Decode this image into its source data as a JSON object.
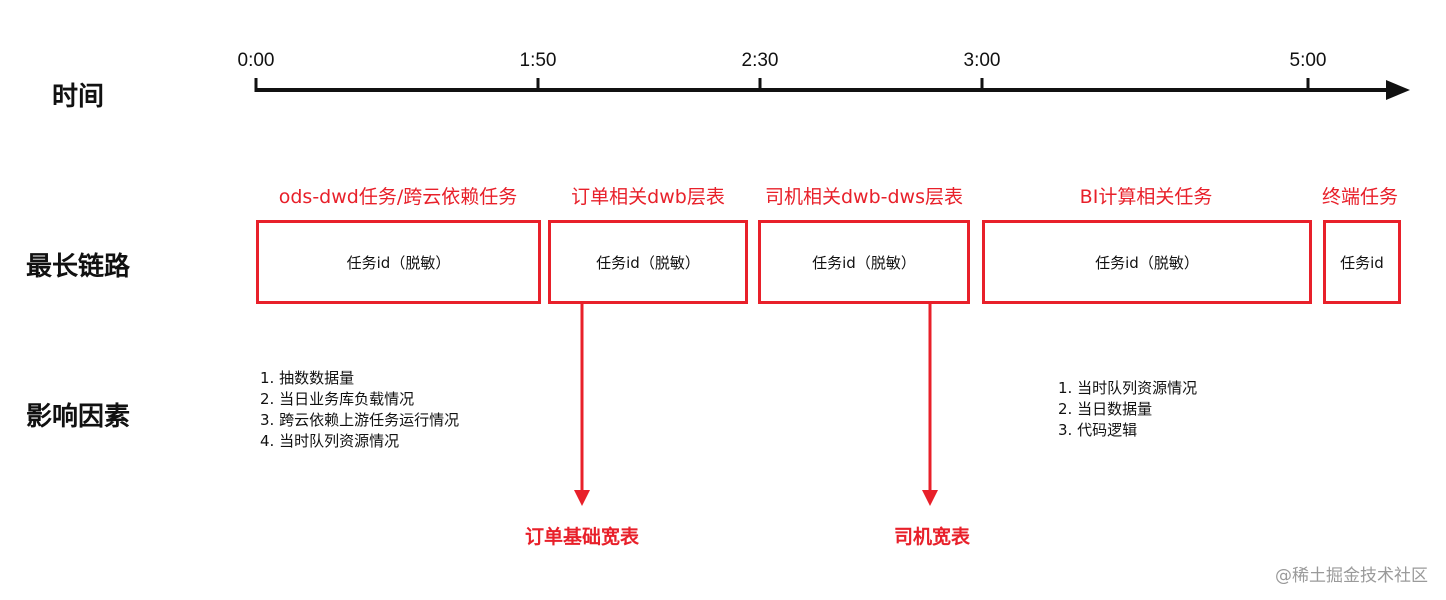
{
  "rows": {
    "time_label": "时间",
    "critical_path_label": "最长链路",
    "factors_label": "影响因素"
  },
  "timeline": {
    "ticks": [
      "0:00",
      "1:50",
      "2:30",
      "3:00",
      "5:00"
    ]
  },
  "stages": [
    {
      "title": "ods-dwd任务/跨云依赖任务",
      "task": "任务id（脱敏）"
    },
    {
      "title": "订单相关dwb层表",
      "task": "任务id（脱敏）"
    },
    {
      "title": "司机相关dwb-dws层表",
      "task": "任务id（脱敏）"
    },
    {
      "title": "BI计算相关任务",
      "task": "任务id（脱敏）"
    },
    {
      "title": "终端任务",
      "task": "任务id"
    }
  ],
  "factors_left": [
    "1. 抽数数据量",
    "2. 当日业务库负载情况",
    "3. 跨云依赖上游任务运行情况",
    "4. 当时队列资源情况"
  ],
  "factors_right": [
    "1. 当时队列资源情况",
    "2. 当日数据量",
    "3. 代码逻辑"
  ],
  "outputs": {
    "order_wide_table": "订单基础宽表",
    "driver_wide_table": "司机宽表"
  },
  "colors": {
    "accent": "#e8202a",
    "axis": "#111111"
  },
  "watermark": "@稀土掘金技术社区"
}
